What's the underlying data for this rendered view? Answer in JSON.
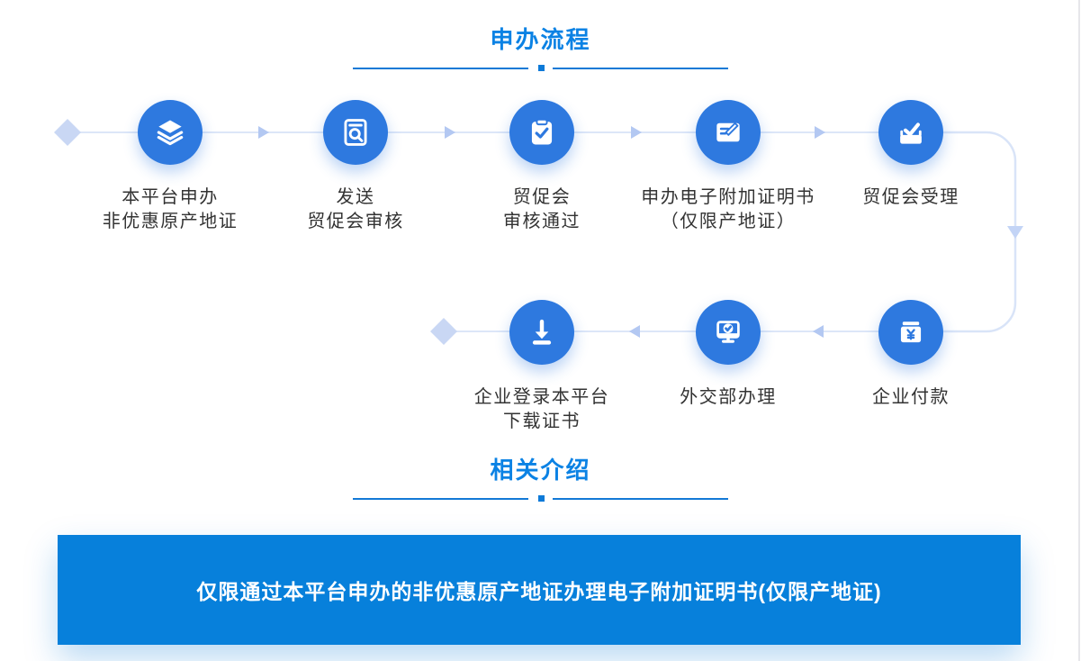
{
  "sections": {
    "flow_title": "申办流程",
    "intro_title": "相关介绍"
  },
  "flow": {
    "steps": [
      {
        "icon": "layers-icon",
        "line1": "本平台申办",
        "line2": "非优惠原产地证"
      },
      {
        "icon": "doc-search-icon",
        "line1": "发送",
        "line2": "贸促会审核"
      },
      {
        "icon": "clipboard-check-icon",
        "line1": "贸促会",
        "line2": "审核通过"
      },
      {
        "icon": "card-edit-icon",
        "line1": "申办电子附加证明书",
        "line2": "（仅限产地证）"
      },
      {
        "icon": "tray-check-icon",
        "line1": "贸促会受理",
        "line2": ""
      },
      {
        "icon": "wallet-icon",
        "line1": "企业付款",
        "line2": ""
      },
      {
        "icon": "monitor-check-icon",
        "line1": "外交部办理",
        "line2": ""
      },
      {
        "icon": "download-icon",
        "line1": "企业登录本平台",
        "line2": "下载证书"
      }
    ]
  },
  "banner": {
    "text": "仅限通过本平台申办的非优惠原产地证办理电子附加证明书(仅限产地证)"
  },
  "colors": {
    "accent_blue": "#0b82e4",
    "divider_blue": "#1379d6",
    "circle_blue": "#2e79df",
    "connector_line": "#dce6f8",
    "arrow_fill": "#b3c8f2",
    "diamond_fill": "#c9d7f4",
    "banner_bg": "#0780db",
    "label_text": "#333333"
  }
}
